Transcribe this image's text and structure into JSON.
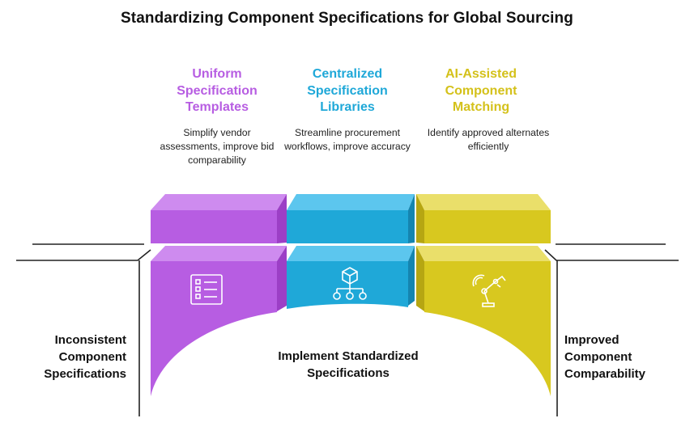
{
  "title": "Standardizing Component Specifications for Global Sourcing",
  "pillars": [
    {
      "heading": "Uniform Specification Templates",
      "description": "Simplify vendor assessments, improve bid comparability",
      "color": "#B75DE2",
      "icon": "checklist-icon"
    },
    {
      "heading": "Centralized Specification Libraries",
      "description": "Streamline procurement workflows, improve accuracy",
      "color": "#1FA8D8",
      "icon": "hierarchy-cube-icon"
    },
    {
      "heading": "AI-Assisted Component Matching",
      "description": "Identify approved alternates efficiently",
      "color": "#D8C81F",
      "icon": "robot-arm-icon"
    }
  ],
  "left_label": "Inconsistent Component Specifications",
  "right_label": "Improved Component Comparability",
  "center_label": "Implement Standardized Specifications"
}
